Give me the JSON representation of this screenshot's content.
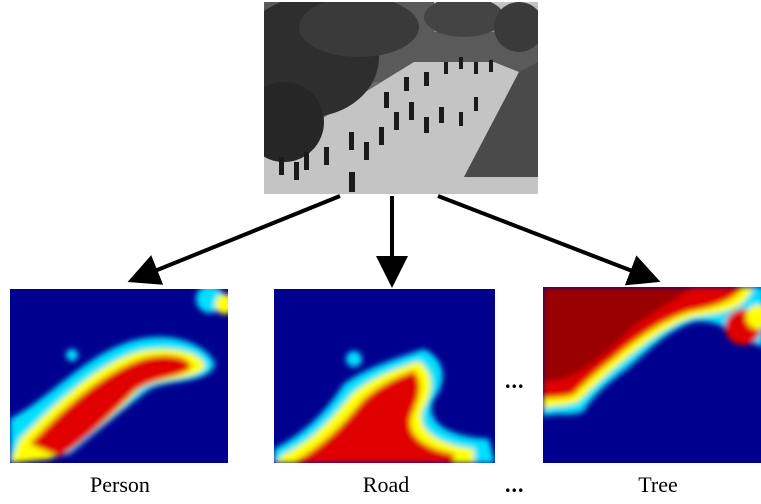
{
  "labels": {
    "map1": "Person",
    "map2": "Road",
    "map3": "Tree",
    "ellipsis_mid": "...",
    "ellipsis_bottom": "..."
  },
  "colors": {
    "jet_low": "#00008f",
    "jet_mid_blue": "#0040ff",
    "jet_cyan": "#00e0ff",
    "jet_yellow": "#ffff00",
    "jet_red": "#e00000",
    "jet_high": "#9a0000",
    "arrow": "#000000"
  }
}
